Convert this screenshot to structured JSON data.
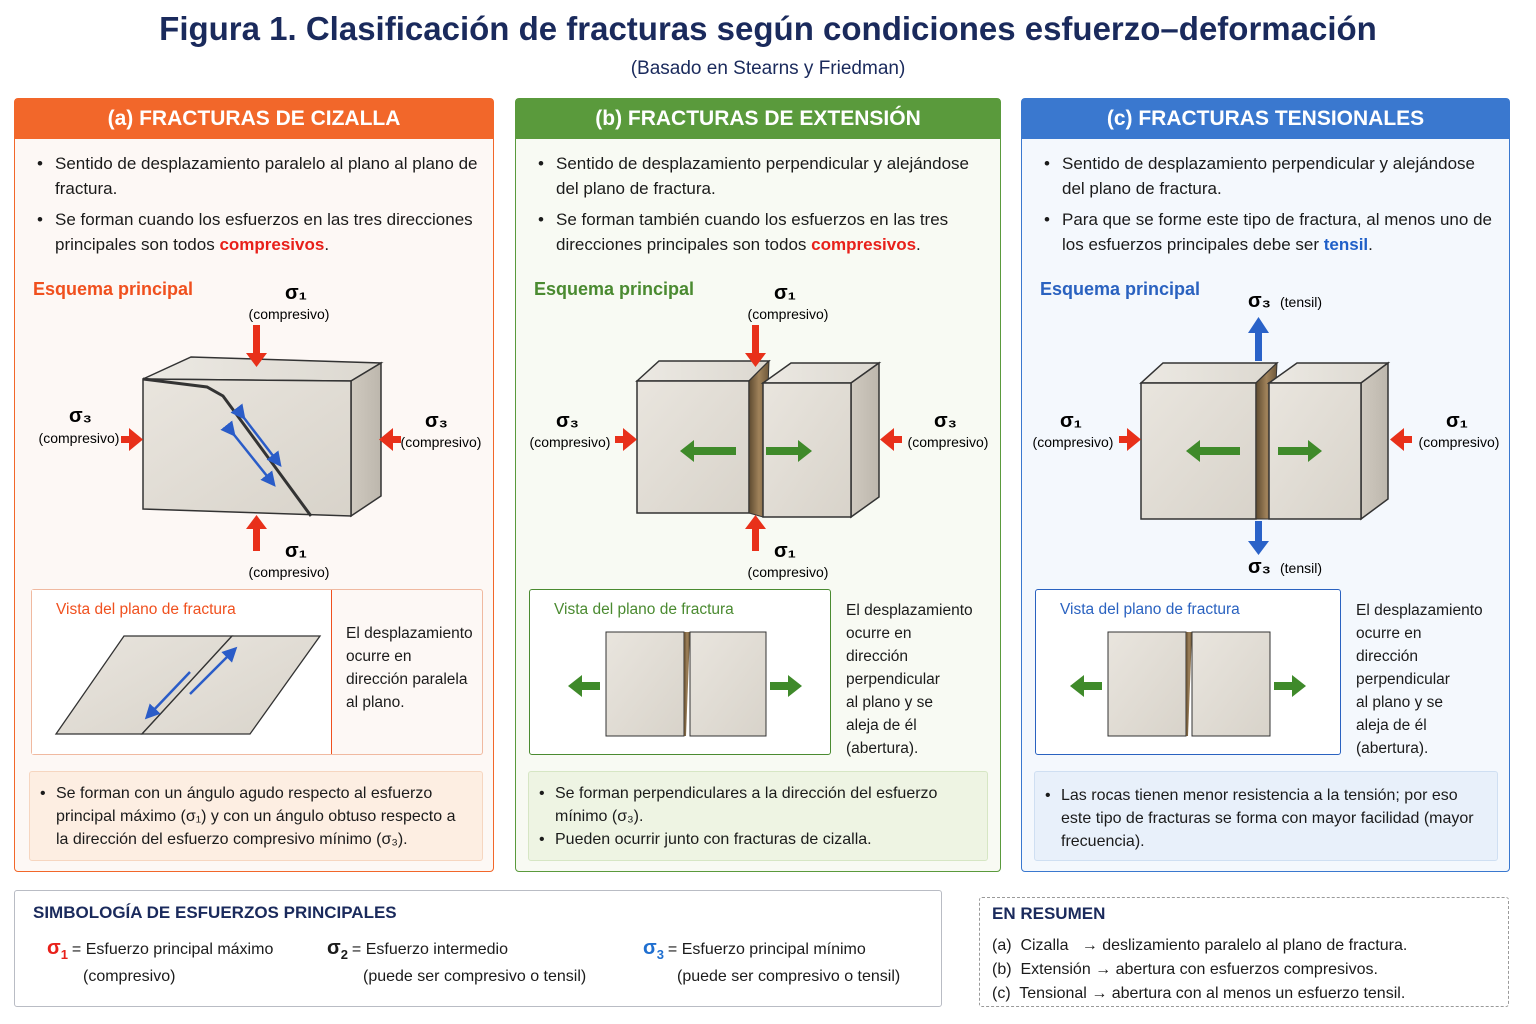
{
  "title": "Figura 1. Clasificación de fracturas según condiciones esfuerzo–deformación",
  "subtitle": "(Basado en Stearns y Friedman)",
  "colors": {
    "a": "#f2672a",
    "b": "#5a9a3c",
    "c": "#3a78cf"
  },
  "panels": [
    {
      "header": "(a) FRACTURAS DE CIZALLA",
      "bullets": [
        {
          "text": "Sentido de desplazamiento paralelo al plano al plano de fractura."
        },
        {
          "text": "Se forman cuando los esfuerzos en las tres direcciones principales son todos ",
          "hl": "compresivos",
          "end": "."
        }
      ],
      "esquema": "Esquema principal",
      "labels": {
        "top": "σ₁",
        "top_sub": "(compresivo)",
        "bottom": "σ₁",
        "bottom_sub": "(compresivo)",
        "left": "σ₃",
        "left_sub": "(compresivo)",
        "right": "σ₃",
        "right_sub": "(compresivo)"
      },
      "vista_title": "Vista del plano de fractura",
      "vista_desc": [
        "El desplazamiento",
        "ocurre en",
        "dirección paralela",
        "al plano."
      ],
      "notes": [
        "Se forman con un ángulo agudo respecto al esfuerzo principal máximo (σ₁) y con un ángulo obtuso respecto a la dirección del esfuerzo compresivo mínimo (σ₃)."
      ]
    },
    {
      "header": "(b) FRACTURAS DE EXTENSIÓN",
      "bullets": [
        {
          "text": "Sentido de desplazamiento perpendicular y alejándose del plano de fractura."
        },
        {
          "text": "Se forman también cuando los esfuerzos en las tres direcciones principales son todos ",
          "hl": "compresivos",
          "end": "."
        }
      ],
      "esquema": "Esquema principal",
      "labels": {
        "top": "σ₁",
        "top_sub": "(compresivo)",
        "bottom": "σ₁",
        "bottom_sub": "(compresivo)",
        "left": "σ₃",
        "left_sub": "(compresivo)",
        "right": "σ₃",
        "right_sub": "(compresivo)"
      },
      "vista_title": "Vista del plano de fractura",
      "vista_desc": [
        "El desplazamiento",
        "ocurre en",
        "dirección",
        "perpendicular",
        "al plano y se",
        "aleja de él",
        "(abertura)."
      ],
      "notes": [
        "Se forman perpendiculares a la dirección del esfuerzo mínimo (σ₃).",
        "Pueden ocurrir junto con fracturas de cizalla."
      ]
    },
    {
      "header": "(c) FRACTURAS TENSIONALES",
      "bullets": [
        {
          "text": "Sentido de desplazamiento perpendicular y alejándose del plano de fractura."
        },
        {
          "text": "Para que se forme este tipo de fractura, al menos uno de los esfuerzos principales debe ser ",
          "hl": "tensil",
          "end": "."
        }
      ],
      "esquema": "Esquema principal",
      "labels": {
        "top": "σ₃",
        "top_sub": "(tensil)",
        "bottom": "σ₃",
        "bottom_sub": "(tensil)",
        "left": "σ₁",
        "left_sub": "(compresivo)",
        "right": "σ₁",
        "right_sub": "(compresivo)"
      },
      "vista_title": "Vista del plano de fractura",
      "vista_desc": [
        "El desplazamiento",
        "ocurre en",
        "dirección",
        "perpendicular",
        "al plano y se",
        "aleja de él",
        "(abertura)."
      ],
      "notes": [
        "Las rocas tienen menor resistencia a la tensión; por eso este tipo de fracturas se forma con mayor facilidad (mayor frecuencia)."
      ]
    }
  ],
  "symbology": {
    "title": "SIMBOLOGÍA DE ESFUERZOS PRINCIPALES",
    "items": [
      {
        "sym": "σ",
        "sub": "1",
        "line1": "= Esfuerzo principal máximo",
        "line2": "(compresivo)"
      },
      {
        "sym": "σ",
        "sub": "2",
        "line1": "= Esfuerzo intermedio",
        "line2": "(puede ser compresivo o tensil)"
      },
      {
        "sym": "σ",
        "sub": "3",
        "line1": "= Esfuerzo principal mínimo",
        "line2": "(puede ser compresivo o tensil)"
      }
    ]
  },
  "summary": {
    "title": "EN RESUMEN",
    "items": [
      {
        "k": "(a)  Cizalla   ",
        "v": "→ deslizamiento paralelo al plano de fractura."
      },
      {
        "k": "(b)  Extensión ",
        "v": "→ abertura con esfuerzos compresivos."
      },
      {
        "k": "(c)  Tensional ",
        "v": "→ abertura con al menos un esfuerzo tensil."
      }
    ]
  }
}
